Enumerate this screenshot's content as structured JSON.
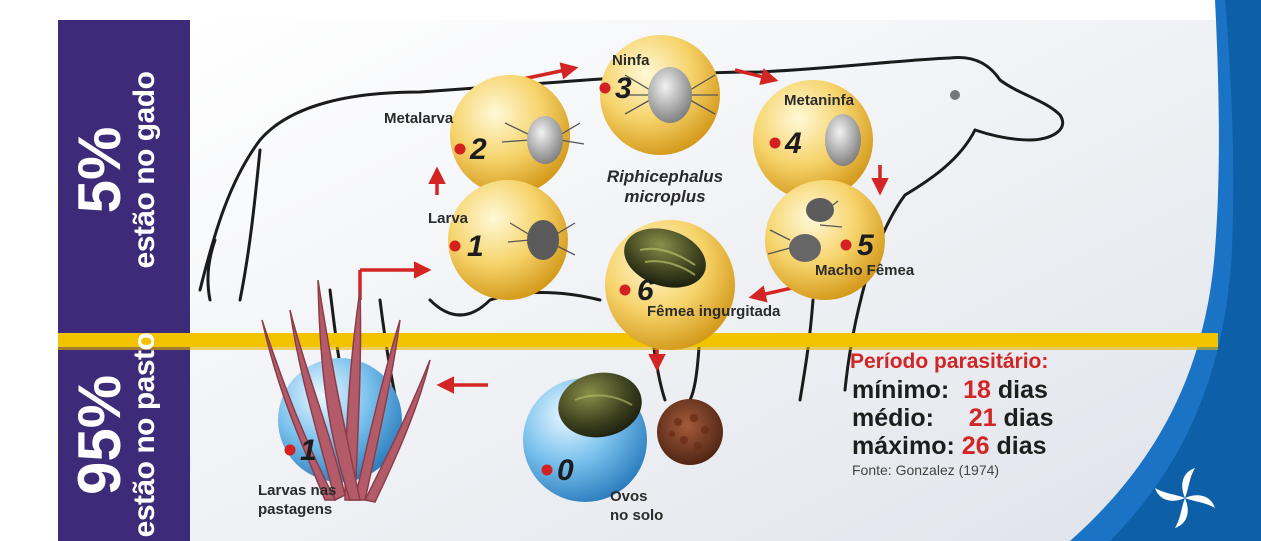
{
  "side_labels": {
    "top_percent": "5%",
    "top_text": "estão no gado",
    "bottom_percent": "95%",
    "bottom_text": "estão no pasto"
  },
  "stages": [
    {
      "number": "0",
      "label": "Ovos no solo",
      "label_line1": "Ovos",
      "label_line2": "no solo"
    },
    {
      "number": "1",
      "label": "Larvas nas pastagens",
      "label_line1": "Larvas nas",
      "label_line2": "pastagens"
    },
    {
      "number": "1",
      "label": "Larva"
    },
    {
      "number": "2",
      "label": "Metalarva"
    },
    {
      "number": "3",
      "label": "Ninfa"
    },
    {
      "number": "4",
      "label": "Metaninfa"
    },
    {
      "number": "5",
      "label": "Macho Fêmea"
    },
    {
      "number": "6",
      "label": "Fêmea ingurgitada"
    }
  ],
  "species": {
    "line1": "Riphicephalus",
    "line2": "microplus"
  },
  "period": {
    "title": "Período parasitário:",
    "rows": [
      {
        "label": "mínimo:",
        "value": "18",
        "unit": "dias"
      },
      {
        "label": "médio:",
        "value": "21",
        "unit": "dias"
      },
      {
        "label": "máximo:",
        "value": "26",
        "unit": "dias"
      }
    ],
    "source": "Fonte: Gonzalez (1974)"
  },
  "colors": {
    "sidebar": "#3d2a78",
    "accent_red": "#d42525",
    "divider_yellow": "#f2c400",
    "corner_blue": "#1a73c4",
    "bubble_yellow": "#f4c94a",
    "sphere_blue": "#6fb8e8"
  },
  "icons": [
    "tick-icon",
    "grass-icon",
    "egg-cluster-icon",
    "logo-icon"
  ]
}
